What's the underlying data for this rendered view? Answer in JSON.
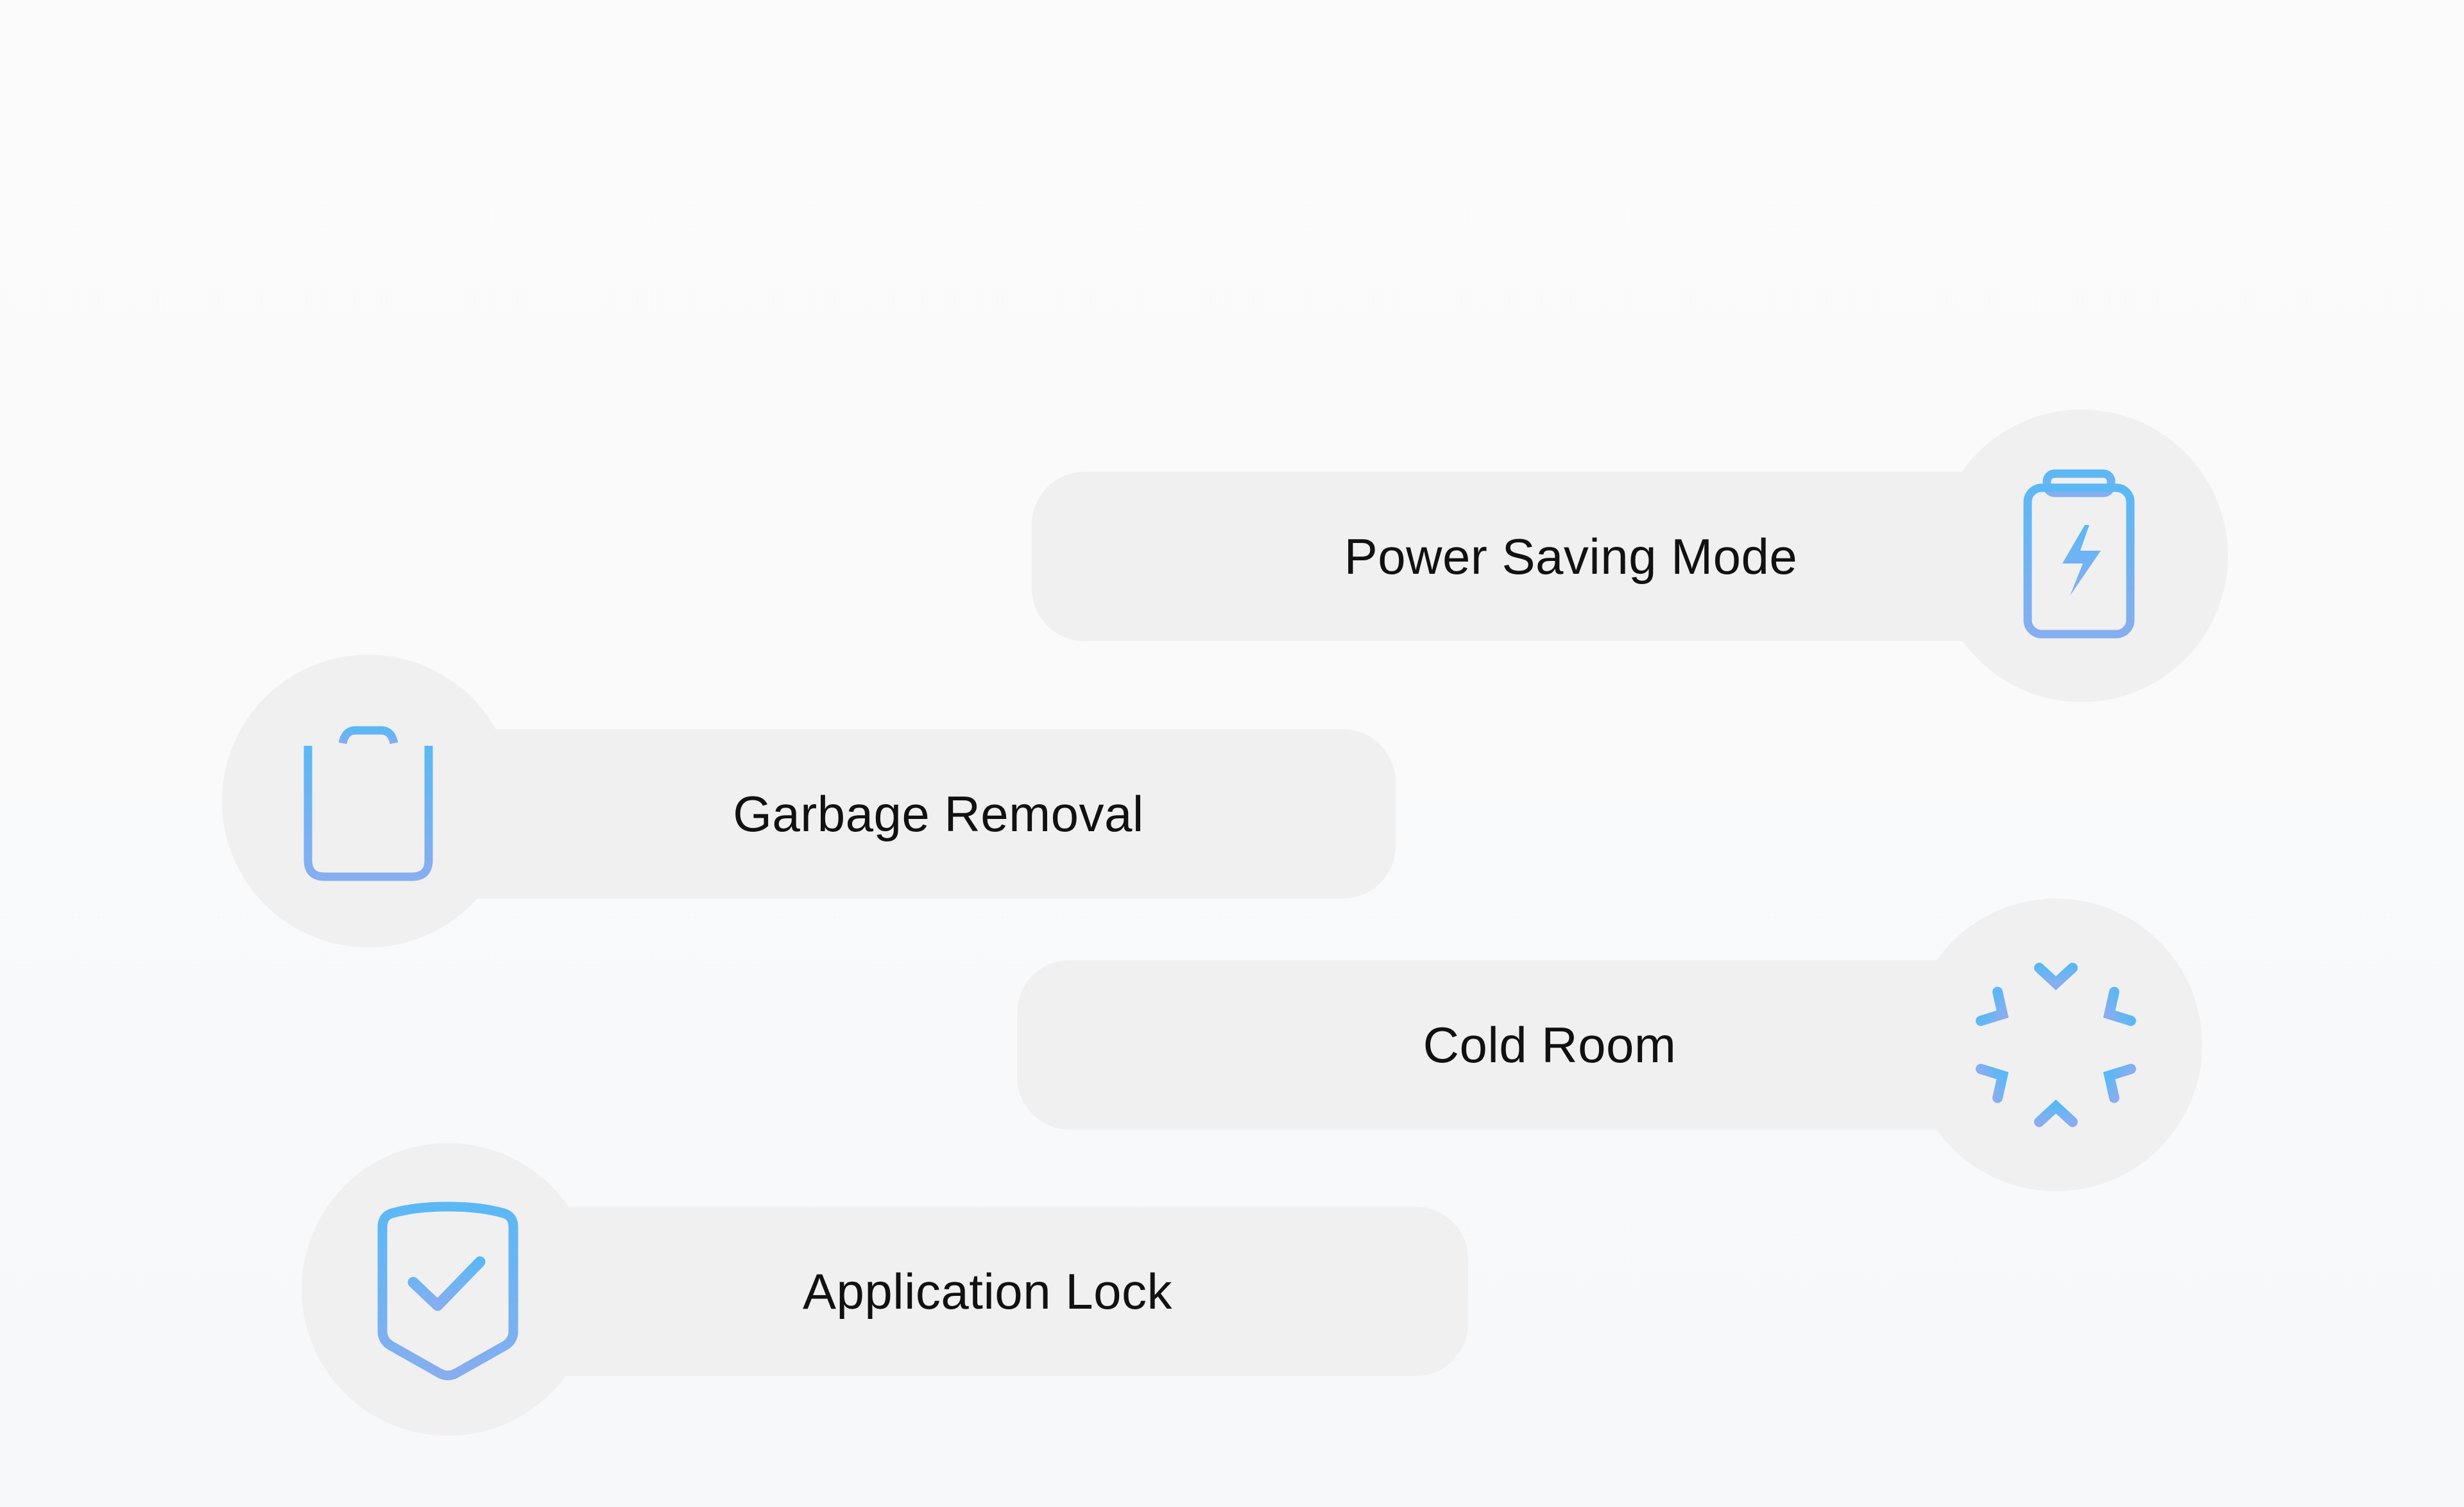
{
  "theme": {
    "pill_color": "#f0f0f0",
    "icon_gradient_top": "#5bb8f5",
    "icon_gradient_bottom": "#86aef0",
    "text_color": "#111111"
  },
  "features": [
    {
      "id": "power-saving",
      "label": "Power Saving Mode",
      "icon": "battery-charging-icon"
    },
    {
      "id": "garbage",
      "label": "Garbage Removal",
      "icon": "trash-icon"
    },
    {
      "id": "cold-room",
      "label": "Cold Room",
      "icon": "snowflake-icon"
    },
    {
      "id": "app-lock",
      "label": "Application Lock",
      "icon": "shield-check-icon"
    }
  ]
}
